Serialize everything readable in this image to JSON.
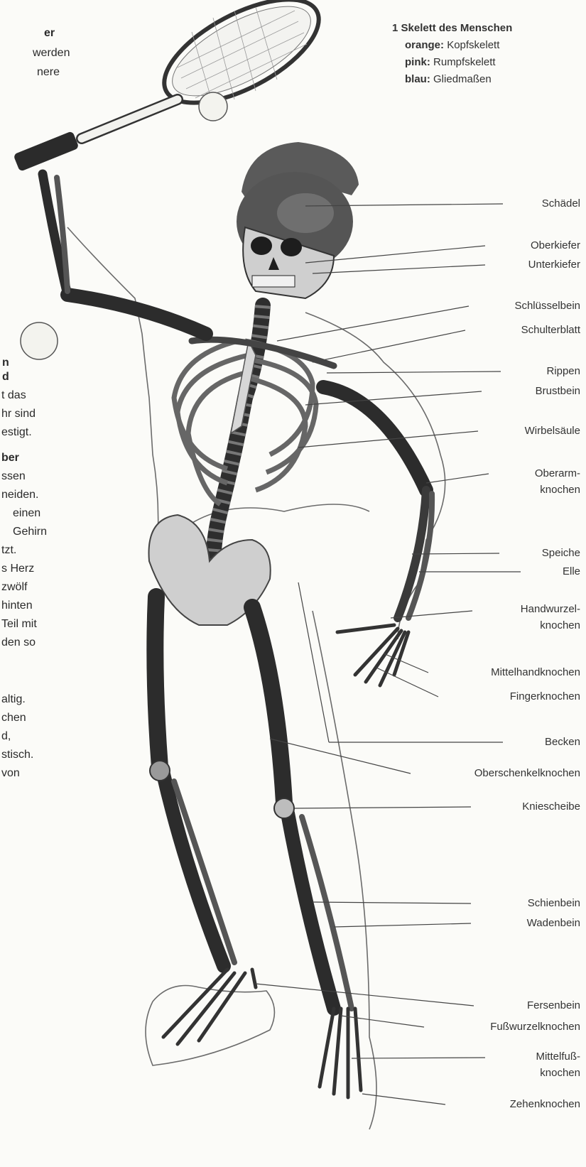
{
  "left_text_fragments": [
    {
      "text": "er",
      "bold": true
    },
    {
      "text": "werden",
      "bold": false
    },
    {
      "text": "nere",
      "bold": false
    },
    {
      "text": "n",
      "bold": true
    },
    {
      "text": "d",
      "bold": true
    },
    {
      "text": "t das",
      "bold": false
    },
    {
      "text": "hr sind",
      "bold": false
    },
    {
      "text": "estigt.",
      "bold": false
    },
    {
      "text": "ber",
      "bold": true
    },
    {
      "text": "ssen",
      "bold": false
    },
    {
      "text": "neiden.",
      "bold": false
    },
    {
      "text": "einen",
      "bold": false
    },
    {
      "text": "Gehirn",
      "bold": false
    },
    {
      "text": "tzt.",
      "bold": false
    },
    {
      "text": "s Herz",
      "bold": false
    },
    {
      "text": "zwölf",
      "bold": false
    },
    {
      "text": "hinten",
      "bold": false
    },
    {
      "text": "Teil mit",
      "bold": false
    },
    {
      "text": "den so",
      "bold": false
    },
    {
      "text": "altig.",
      "bold": false
    },
    {
      "text": "chen",
      "bold": false
    },
    {
      "text": "d,",
      "bold": false
    },
    {
      "text": "stisch.",
      "bold": false
    },
    {
      "text": "von",
      "bold": false
    }
  ],
  "legend": {
    "number": "1",
    "title": "Skelett des Menschen",
    "items": [
      {
        "key": "orange:",
        "value": "Kopfskelett",
        "color": "#e8892a"
      },
      {
        "key": "pink:",
        "value": "Rumpfskelett",
        "color": "#e56a9a"
      },
      {
        "key": "blau:",
        "value": "Gliedmaßen",
        "color": "#3b6fc4"
      }
    ]
  },
  "labels": [
    "Schädel",
    "Oberkiefer",
    "Unterkiefer",
    "Schlüsselbein",
    "Schulterblatt",
    "Rippen",
    "Brustbein",
    "Wirbelsäule",
    "Oberarm-",
    "knochen",
    "Speiche",
    "Elle",
    "Handwurzel-",
    "knochen",
    "Mittelhandknochen",
    "Fingerknochen",
    "Becken",
    "Oberschenkelknochen",
    "Kniescheibe",
    "Schienbein",
    "Wadenbein",
    "Fersenbein",
    "Fußwurzelknochen",
    "Mittelfuß-",
    "knochen",
    "Zehenknochen"
  ]
}
